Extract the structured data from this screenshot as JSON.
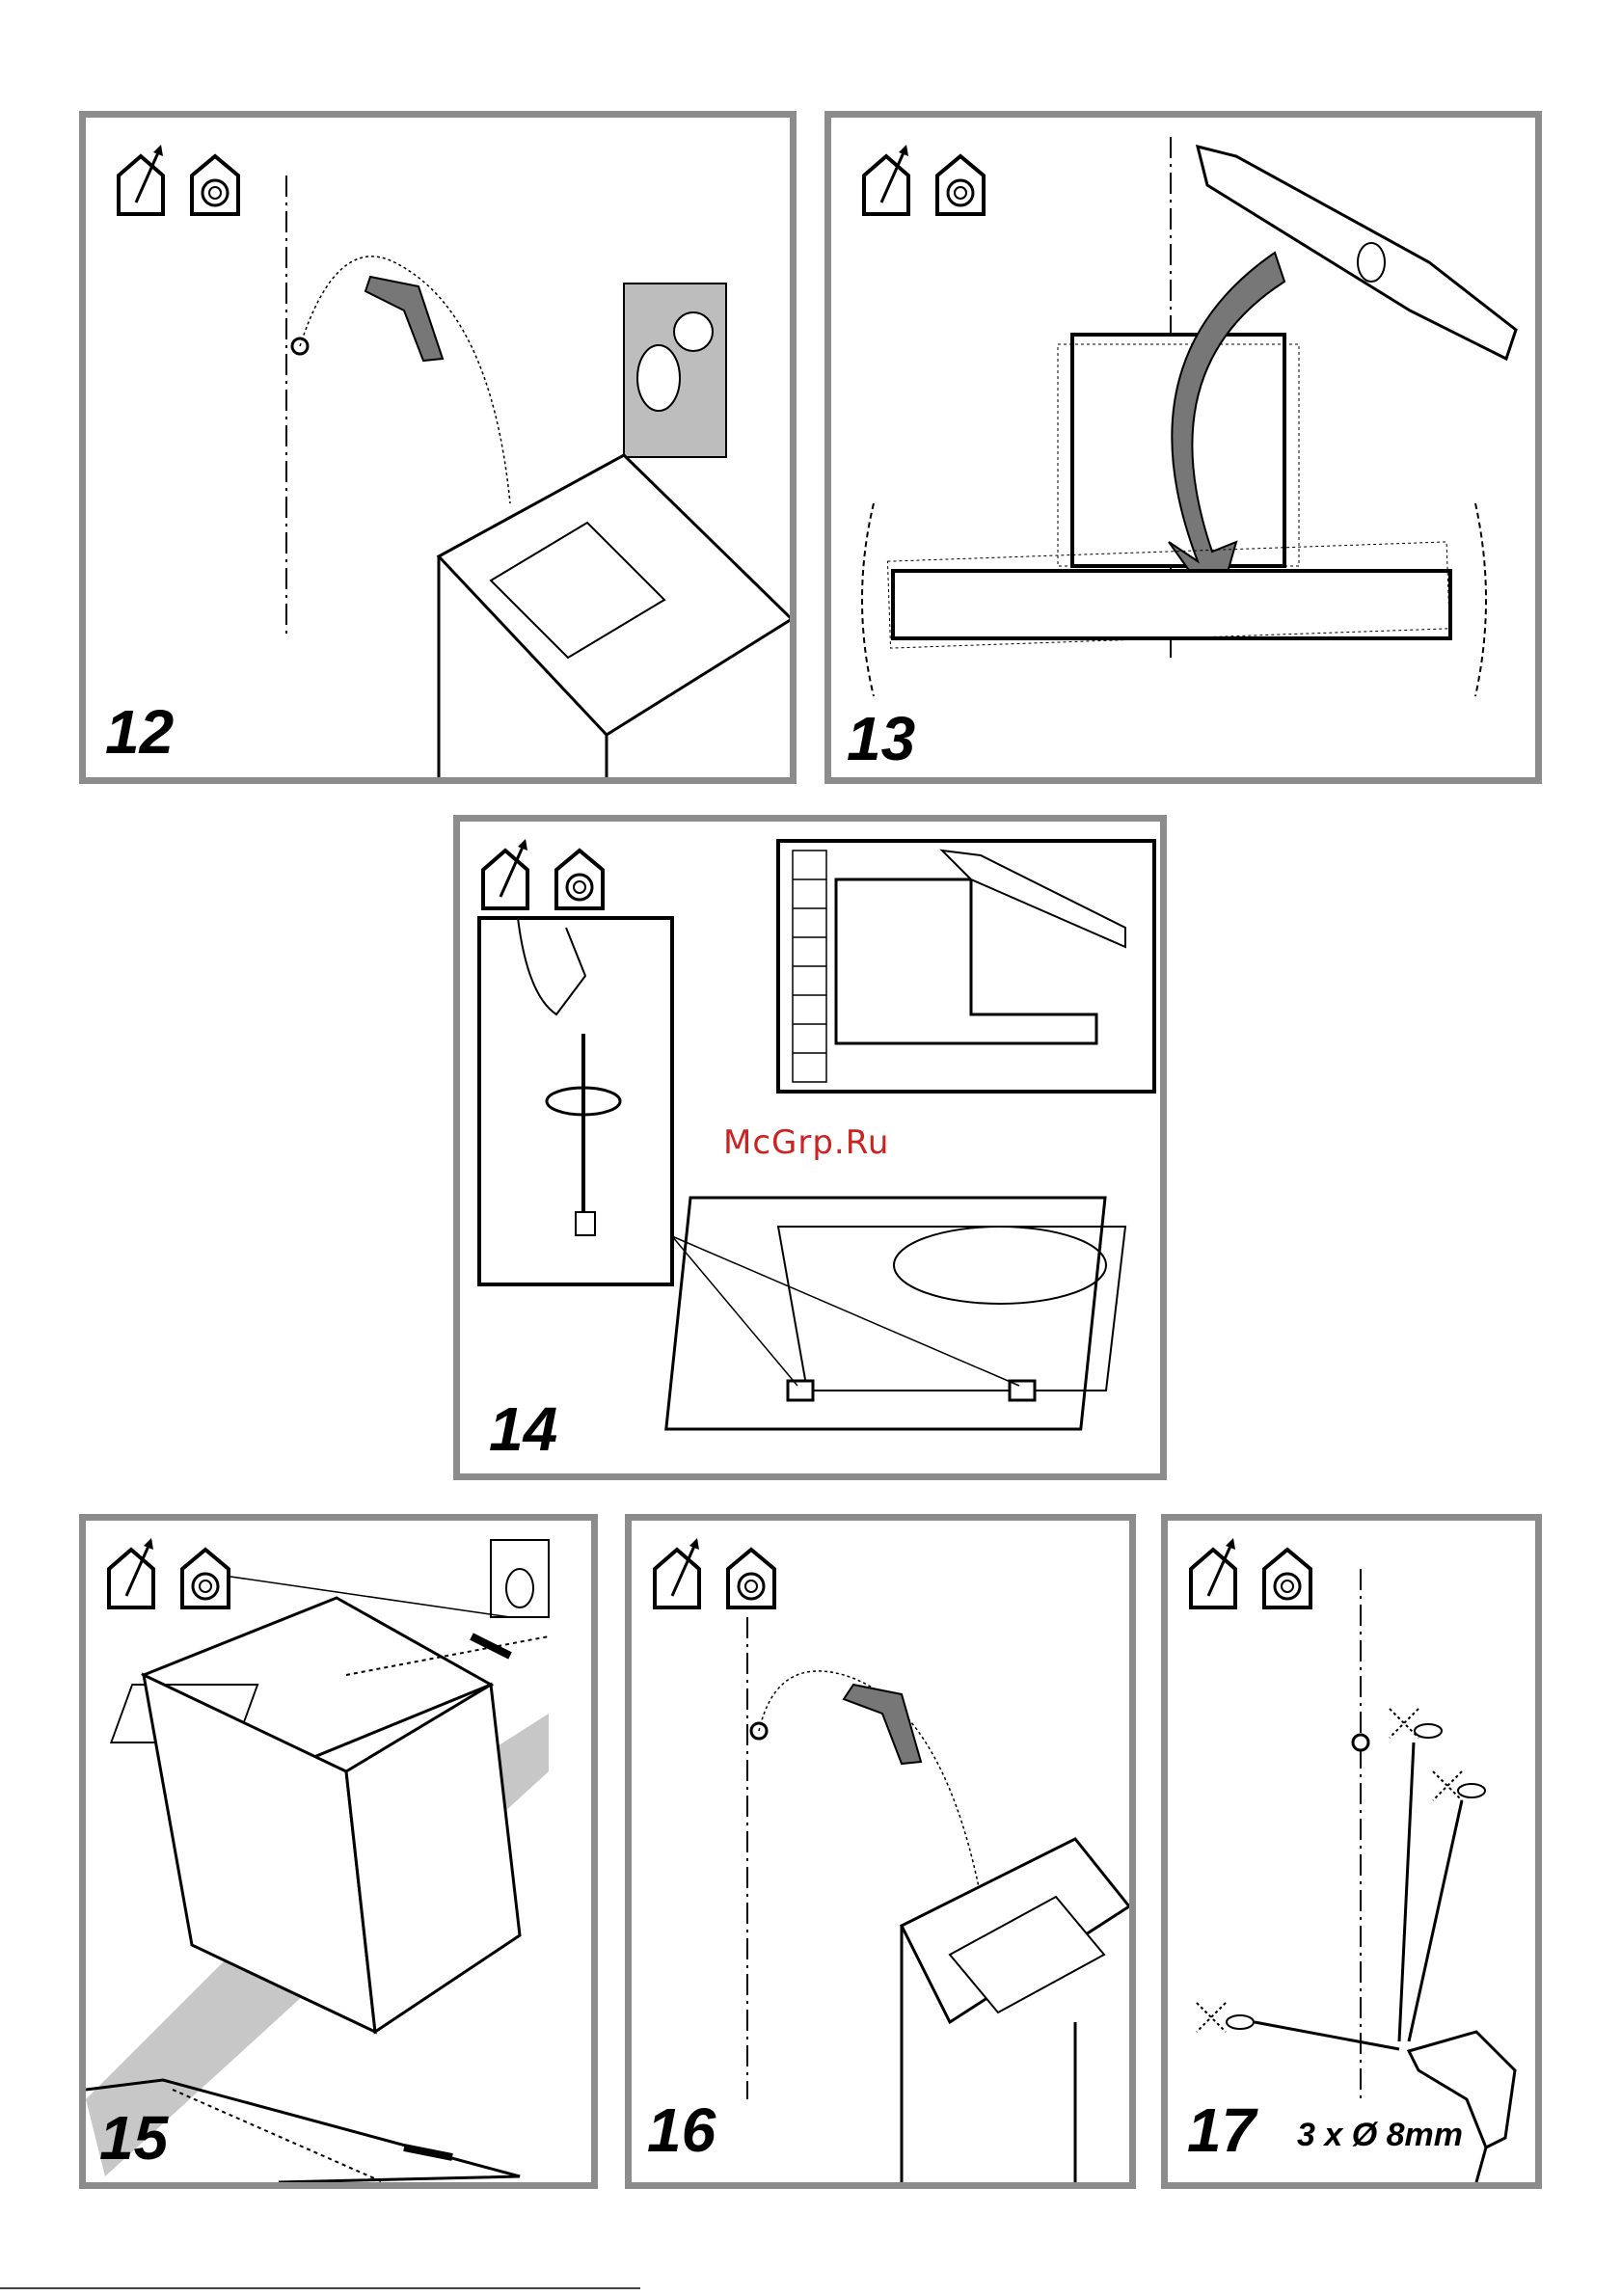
{
  "steps": [
    {
      "number": "12"
    },
    {
      "number": "13"
    },
    {
      "number": "14"
    },
    {
      "number": "15"
    },
    {
      "number": "16"
    },
    {
      "number": "17"
    }
  ],
  "watermark": "McGrp.Ru",
  "step17_caption": "3 x Ø 8mm",
  "icons": [
    "house-arrow-icon",
    "house-spiral-icon"
  ],
  "colors": {
    "frame": "#8c8c8c",
    "highlight": "#bdbdbd",
    "watermark": "#cc2222"
  }
}
